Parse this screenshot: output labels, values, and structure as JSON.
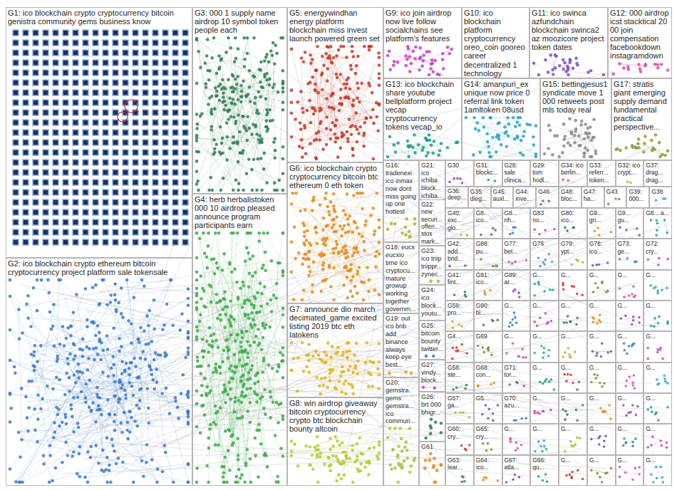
{
  "diagram": {
    "nodes": [
      {
        "text": [
          "G1: ico blockchain crypto cryptocurrency bitcoin genistra community gems business know"
        ]
      },
      {
        "text": [
          "G2: ico blockchain crypto ethereum bitcoin cryptocurrency project platform sale tokensale"
        ]
      },
      {
        "text": [
          "G3: 000 1 supply name airdrop 10 symbol token people each"
        ]
      },
      {
        "text": [
          "G4: herb herbalistoken 000 10 airdrop pleased announce program participants earn"
        ]
      },
      {
        "text": [
          "G5: energywindhan energy platform blockchain miss invest launch powered green set"
        ]
      },
      {
        "text": [
          "G6: ico blockchain crypto cryptocurrency bitcoin btc ethereum 0 eth token"
        ]
      },
      {
        "text": [
          "G7: announce dio march decimated_game excited listing 2019 btc eth latokens"
        ]
      },
      {
        "text": [
          "G8: win airdrop giveaway bitcoin cryptocurrency crypto btc blockchain bounty altcoin"
        ]
      },
      {
        "text": [
          "G9: ico join airdrop now live follow socialchains see platform's features"
        ]
      },
      {
        "text": [
          "G10: ico blockchain platform cryptocurrency oreo_coin gooreo career decentralized 1 technology"
        ]
      },
      {
        "text": [
          "G11: ico swinca azfundchain blockchain swinca2 az moozicore project token dates"
        ]
      },
      {
        "text": [
          "G12: 000 airdrop icst stacktical 20 00 join compensation facebookdown instagramdown"
        ]
      },
      {
        "text": [
          "G13: ico blockchain share youtube bellplatform project vecap cryptocurrency tokens vecap_io"
        ]
      },
      {
        "text": [
          "G14: amanpuri_ex unique now price 0 referral link token 1amltoken 08usd"
        ]
      },
      {
        "text": [
          "G15: bettingjesus1 syndicate move 1 000 retweets post mls today real"
        ]
      },
      {
        "text": [
          "G17: stratis giant emerging supply demand fundamental practical perspective..."
        ]
      },
      {
        "text": [
          "G16: tradenexi ico inmax now dont miss going up one hottest"
        ]
      },
      {
        "text": [
          "G18: eucx eucxio time ico cryptocu... mature growup working together governm..."
        ]
      },
      {
        "text": [
          "G19: out ico bnb add binance always keep eye best..."
        ]
      },
      {
        "text": [
          "G20: gemstra gems gemstra... ico commun..."
        ]
      },
      {
        "text": [
          "G21: ico ichiba block... ichiba..."
        ]
      },
      {
        "text": [
          "G22: new securi... offeri... stos mark..."
        ]
      },
      {
        "text": [
          "G23: ico triip triippr... zynec..."
        ]
      },
      {
        "text": [
          "G24: ico block... youtu..."
        ]
      },
      {
        "text": [
          "G25: bitcoin bounty twitter..."
        ]
      },
      {
        "text": [
          "G27: vindy... block..."
        ]
      },
      {
        "text": [
          "G26: brt 000 bhigr..."
        ]
      },
      {
        "text": [
          "G61"
        ]
      },
      {
        "text": [
          "G30"
        ]
      },
      {
        "text": [
          "G31: blockc..."
        ]
      },
      {
        "text": [
          "G28: sale clinica..."
        ]
      },
      {
        "text": [
          "G29: tom hodl..."
        ]
      },
      {
        "text": [
          "G34: ico berlin..."
        ]
      },
      {
        "text": [
          "G33: referr... token..."
        ]
      },
      {
        "text": [
          "G32: ico crypt..."
        ]
      },
      {
        "text": [
          "G37: drag... drag..."
        ]
      },
      {
        "text": [
          "G36: deep..."
        ]
      },
      {
        "text": [
          "G35: dieg..."
        ]
      },
      {
        "text": [
          "G45: auxl..."
        ]
      },
      {
        "text": [
          "G44: inve..."
        ]
      },
      {
        "text": [
          "G46"
        ]
      },
      {
        "text": [
          "G48: bloc..."
        ]
      },
      {
        "text": [
          "G47: ha..."
        ]
      },
      {
        "text": [
          "G43"
        ]
      },
      {
        "text": [
          "G39: 000..."
        ]
      },
      {
        "text": [
          "G38"
        ]
      },
      {
        "text": [
          "G40: exc... glo..."
        ]
      },
      {
        "text": [
          "G8... ico..."
        ]
      },
      {
        "text": [
          "G8... nh..."
        ]
      },
      {
        "text": [
          "G83 no..."
        ]
      },
      {
        "text": [
          "G80: ico..."
        ]
      },
      {
        "text": [
          "G9... gri..."
        ]
      },
      {
        "text": [
          "G9... gu..."
        ]
      },
      {
        "text": [
          "G8... a..."
        ]
      },
      {
        "text": [
          "G42: add... brid..."
        ]
      },
      {
        "text": [
          "G88: pu..."
        ]
      },
      {
        "text": [
          "G77: bet..."
        ]
      },
      {
        "text": [
          "G76"
        ]
      },
      {
        "text": [
          "G79: ypt..."
        ]
      },
      {
        "text": [
          "G78: ico..."
        ]
      },
      {
        "text": [
          "G73: ge..."
        ]
      },
      {
        "text": [
          "G72: cry..."
        ]
      },
      {
        "text": [
          "G41: fint..."
        ]
      },
      {
        "text": [
          "G91: ico..."
        ]
      },
      {
        "text": [
          "G89: ar..."
        ]
      },
      {
        "text": [
          "G..."
        ]
      },
      {
        "text": [
          "G..."
        ]
      },
      {
        "text": [
          "G..."
        ]
      },
      {
        "text": [
          "G..."
        ]
      },
      {
        "text": [
          "G..."
        ]
      },
      {
        "text": [
          "G59: pro..."
        ]
      },
      {
        "text": [
          "G90: bl..."
        ]
      },
      {
        "text": [
          "G..."
        ]
      },
      {
        "text": [
          "G..."
        ]
      },
      {
        "text": [
          "G..."
        ]
      },
      {
        "text": [
          "G..."
        ]
      },
      {
        "text": [
          "G..."
        ]
      },
      {
        "text": [
          "G..."
        ]
      },
      {
        "text": [
          "G4..."
        ]
      },
      {
        "text": [
          "G69"
        ]
      },
      {
        "text": [
          "G..."
        ]
      },
      {
        "text": [
          "G..."
        ]
      },
      {
        "text": [
          "G..."
        ]
      },
      {
        "text": [
          "G..."
        ]
      },
      {
        "text": [
          "G..."
        ]
      },
      {
        "text": [
          "G..."
        ]
      },
      {
        "text": [
          "G58: ste..."
        ]
      },
      {
        "text": [
          "G68: con..."
        ]
      },
      {
        "text": [
          "G71: tor..."
        ]
      },
      {
        "text": [
          "G..."
        ]
      },
      {
        "text": [
          "G..."
        ]
      },
      {
        "text": [
          "G..."
        ]
      },
      {
        "text": [
          "G..."
        ]
      },
      {
        "text": [
          "G..."
        ]
      },
      {
        "text": [
          "G57: ga..."
        ]
      },
      {
        "text": [
          "G5..."
        ]
      },
      {
        "text": [
          "G70: azu..."
        ]
      },
      {
        "text": [
          "G..."
        ]
      },
      {
        "text": [
          "G..."
        ]
      },
      {
        "text": [
          "G..."
        ]
      },
      {
        "text": [
          "G..."
        ]
      },
      {
        "text": [
          "G..."
        ]
      },
      {
        "text": [
          "G60: cry..."
        ]
      },
      {
        "text": [
          "G65: cry..."
        ]
      },
      {
        "text": [
          "G..."
        ]
      },
      {
        "text": [
          "G..."
        ]
      },
      {
        "text": [
          "G..."
        ]
      },
      {
        "text": [
          "G..."
        ]
      },
      {
        "text": [
          "G..."
        ]
      },
      {
        "text": [
          "G..."
        ]
      },
      {
        "text": [
          "G63: lear..."
        ]
      },
      {
        "text": [
          "G64: ico..."
        ]
      },
      {
        "text": [
          "G67: atla..."
        ]
      },
      {
        "text": [
          "G66: qu..."
        ]
      },
      {
        "text": [
          "G..."
        ]
      },
      {
        "text": [
          "G..."
        ]
      },
      {
        "text": [
          "G..."
        ]
      },
      {
        "text": [
          "G..."
        ]
      }
    ]
  }
}
